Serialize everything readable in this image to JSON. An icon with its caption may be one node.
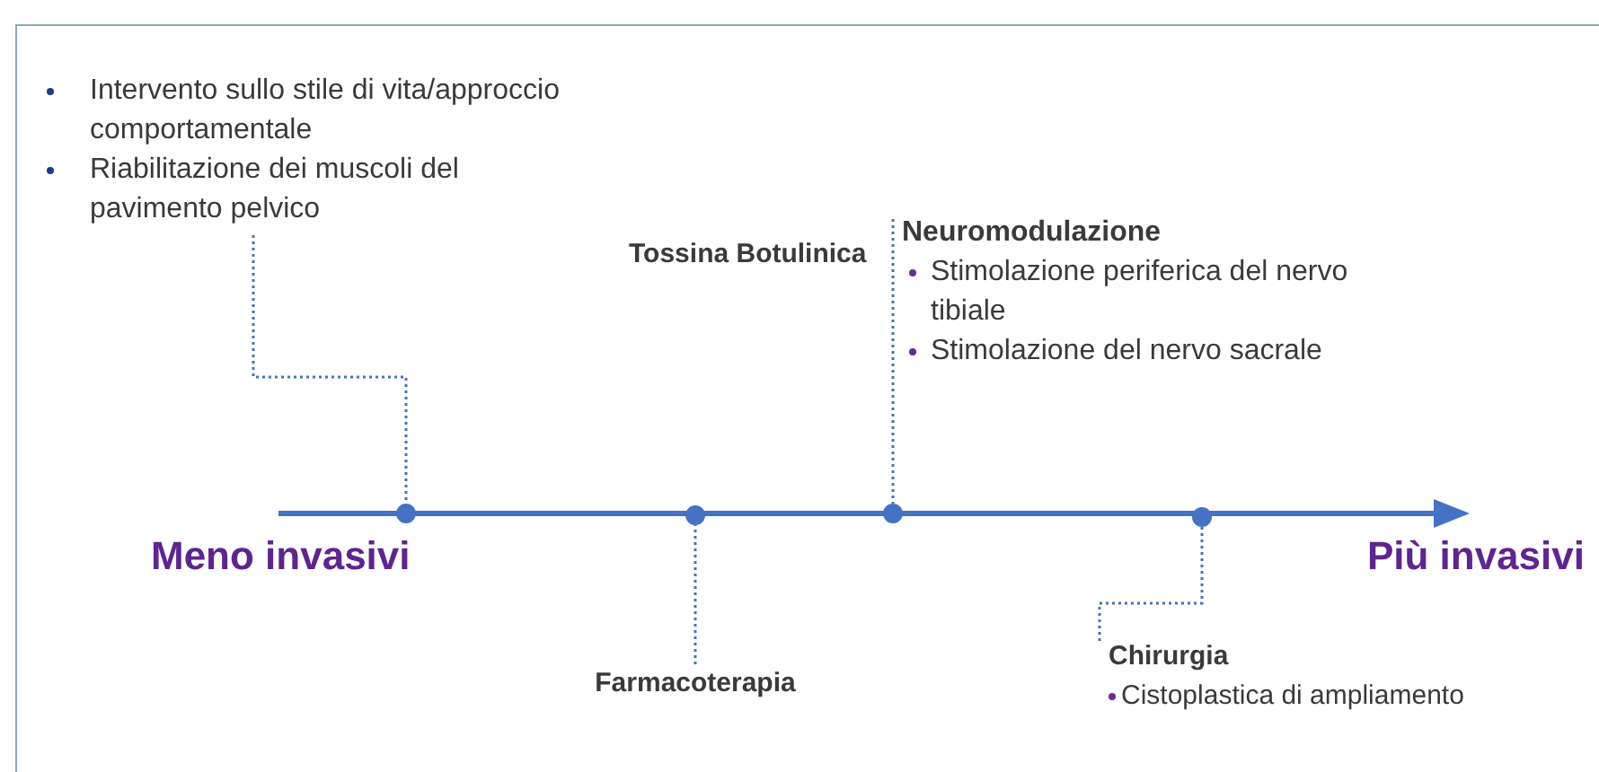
{
  "diagram": {
    "nodes": [
      {
        "text": [
          "Intervento sullo stile di vita/approccio comportamentale",
          "Riabilitazione dei muscoli del pavimento pelvico"
        ]
      },
      {
        "text": [
          "Tossina Botulinica"
        ]
      },
      {
        "text": [
          "Neuromodulazione",
          "Stimolazione periferica del nervo tibiale",
          "Stimolazione del nervo sacrale"
        ]
      },
      {
        "text": [
          "Farmacoterapia"
        ]
      },
      {
        "text": [
          "Chirurgia",
          "Cistoplastica di ampliamento"
        ]
      },
      {
        "text": [],
        "shape": "circle"
      },
      {
        "text": [],
        "shape": "circle"
      },
      {
        "text": [],
        "shape": "circle"
      },
      {
        "text": [],
        "shape": "circle"
      }
    ],
    "edges": [
      {
        "from": 0,
        "to": 5,
        "arrow": "none",
        "style": "dashed"
      },
      {
        "from": 3,
        "to": 6,
        "arrow": "none",
        "style": "dashed"
      },
      {
        "from": 2,
        "to": 7,
        "arrow": "none",
        "style": "dashed"
      },
      {
        "from": 4,
        "to": 8,
        "arrow": "none",
        "style": "dashed"
      }
    ],
    "labels": [
      "Meno invasivi",
      "Più invasivi"
    ]
  }
}
